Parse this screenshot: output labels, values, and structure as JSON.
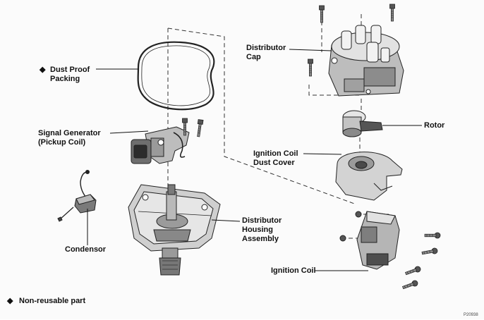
{
  "labels": {
    "distributor_cap": "Distributor\nCap",
    "dust_proof_packing": "Dust Proof\nPacking",
    "signal_generator": "Signal Generator\n(Pickup Coil)",
    "rotor": "Rotor",
    "ignition_coil_dust_cover": "Ignition Coil\nDust Cover",
    "condensor": "Condensor",
    "distributor_housing_assembly": "Distributor\nHousing\nAssembly",
    "ignition_coil": "Ignition Coil"
  },
  "marker": "◆",
  "legend": {
    "symbol": "◆",
    "text": "Non-reusable part"
  },
  "figure_code": "P20938",
  "colors": {
    "line": "#222222",
    "fill_dark": "#6e6e6e",
    "fill_mid": "#a9a9a9",
    "fill_light": "#d8d8d8",
    "background": "#fbfbfb"
  }
}
